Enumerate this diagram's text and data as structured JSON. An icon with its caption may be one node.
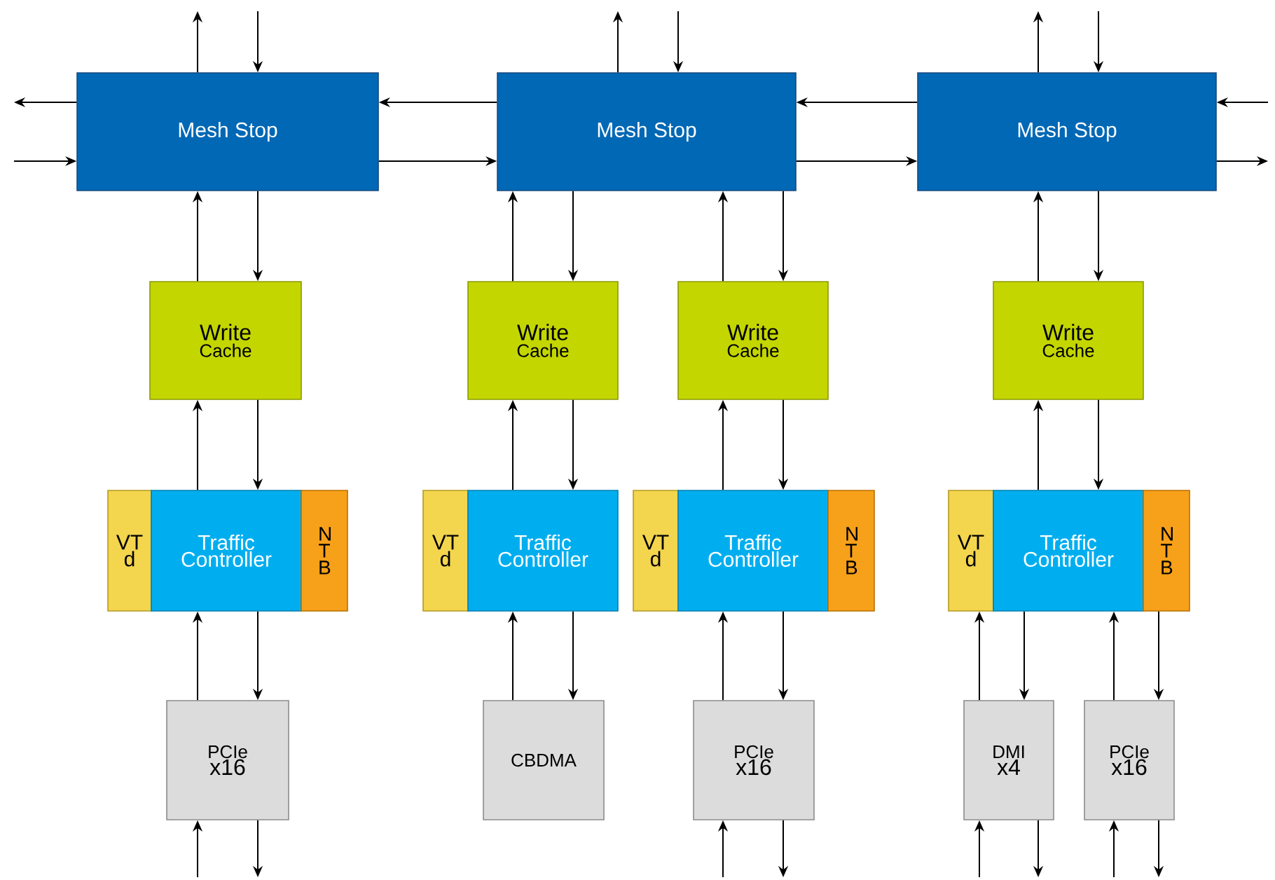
{
  "diagram": {
    "nodes": [
      {
        "text": [
          "Mesh Stop"
        ]
      },
      {
        "text": [
          "Mesh Stop"
        ]
      },
      {
        "text": [
          "Mesh Stop"
        ]
      },
      {
        "text": [
          "Write",
          "Cache"
        ]
      },
      {
        "text": [
          "Write",
          "Cache"
        ]
      },
      {
        "text": [
          "Write",
          "Cache"
        ]
      },
      {
        "text": [
          "Write",
          "Cache"
        ]
      },
      {
        "text": [
          "VT d"
        ]
      },
      {
        "text": [
          "Traffic Controller"
        ]
      },
      {
        "text": [
          "N T B"
        ]
      },
      {
        "text": [
          "VT d"
        ]
      },
      {
        "text": [
          "Traffic Controller"
        ]
      },
      {
        "text": [
          "VT d"
        ]
      },
      {
        "text": [
          "Traffic Controller"
        ]
      },
      {
        "text": [
          "N T B"
        ]
      },
      {
        "text": [
          "VT d"
        ]
      },
      {
        "text": [
          "Traffic Controller"
        ]
      },
      {
        "text": [
          "N T B"
        ]
      },
      {
        "text": [
          "PCIe",
          "x16"
        ]
      },
      {
        "text": [
          "CBDMA"
        ]
      },
      {
        "text": [
          "PCIe",
          "x16"
        ]
      },
      {
        "text": [
          "DMI",
          "x4"
        ]
      },
      {
        "text": [
          "PCIe",
          "x16"
        ]
      }
    ],
    "edges": [
      {
        "from": 0,
        "to": null,
        "arrow": "to"
      },
      {
        "from": null,
        "to": 0,
        "arrow": "to"
      },
      {
        "from": 1,
        "to": null,
        "arrow": "to"
      },
      {
        "from": null,
        "to": 1,
        "arrow": "to"
      },
      {
        "from": 2,
        "to": null,
        "arrow": "to"
      },
      {
        "from": null,
        "to": 2,
        "arrow": "to"
      },
      {
        "from": 0,
        "to": null,
        "arrow": "to"
      },
      {
        "from": null,
        "to": 0,
        "arrow": "to"
      },
      {
        "from": 1,
        "to": 0,
        "arrow": "to"
      },
      {
        "from": 0,
        "to": 1,
        "arrow": "to"
      },
      {
        "from": 2,
        "to": 1,
        "arrow": "to"
      },
      {
        "from": 1,
        "to": 2,
        "arrow": "to"
      },
      {
        "from": null,
        "to": 2,
        "arrow": "to"
      },
      {
        "from": 2,
        "to": null,
        "arrow": "to"
      },
      {
        "from": 3,
        "to": 0,
        "arrow": "to"
      },
      {
        "from": 0,
        "to": 3,
        "arrow": "to"
      },
      {
        "from": 4,
        "to": 1,
        "arrow": "to"
      },
      {
        "from": 1,
        "to": 4,
        "arrow": "to"
      },
      {
        "from": 5,
        "to": 1,
        "arrow": "to"
      },
      {
        "from": 1,
        "to": 5,
        "arrow": "to"
      },
      {
        "from": 6,
        "to": 2,
        "arrow": "to"
      },
      {
        "from": 2,
        "to": 6,
        "arrow": "to"
      },
      {
        "from": 8,
        "to": 3,
        "arrow": "to"
      },
      {
        "from": 3,
        "to": 8,
        "arrow": "to"
      },
      {
        "from": 11,
        "to": 4,
        "arrow": "to"
      },
      {
        "from": 4,
        "to": 11,
        "arrow": "to"
      },
      {
        "from": 13,
        "to": 5,
        "arrow": "to"
      },
      {
        "from": 5,
        "to": 13,
        "arrow": "to"
      },
      {
        "from": 16,
        "to": 6,
        "arrow": "to"
      },
      {
        "from": 6,
        "to": 16,
        "arrow": "to"
      },
      {
        "from": 18,
        "to": 8,
        "arrow": "to"
      },
      {
        "from": 8,
        "to": 18,
        "arrow": "to"
      },
      {
        "from": 19,
        "to": 11,
        "arrow": "to"
      },
      {
        "from": 11,
        "to": 19,
        "arrow": "to"
      },
      {
        "from": 20,
        "to": 13,
        "arrow": "to"
      },
      {
        "from": 13,
        "to": 20,
        "arrow": "to"
      },
      {
        "from": 21,
        "to": 16,
        "arrow": "to"
      },
      {
        "from": 16,
        "to": 21,
        "arrow": "to"
      },
      {
        "from": 22,
        "to": 16,
        "arrow": "to"
      },
      {
        "from": 16,
        "to": 22,
        "arrow": "to"
      },
      {
        "from": null,
        "to": 18,
        "arrow": "to"
      },
      {
        "from": 18,
        "to": null,
        "arrow": "to"
      },
      {
        "from": null,
        "to": 20,
        "arrow": "to"
      },
      {
        "from": 20,
        "to": null,
        "arrow": "to"
      },
      {
        "from": null,
        "to": 21,
        "arrow": "to"
      },
      {
        "from": 21,
        "to": null,
        "arrow": "to"
      },
      {
        "from": null,
        "to": 22,
        "arrow": "to"
      },
      {
        "from": 22,
        "to": null,
        "arrow": "to"
      }
    ]
  }
}
